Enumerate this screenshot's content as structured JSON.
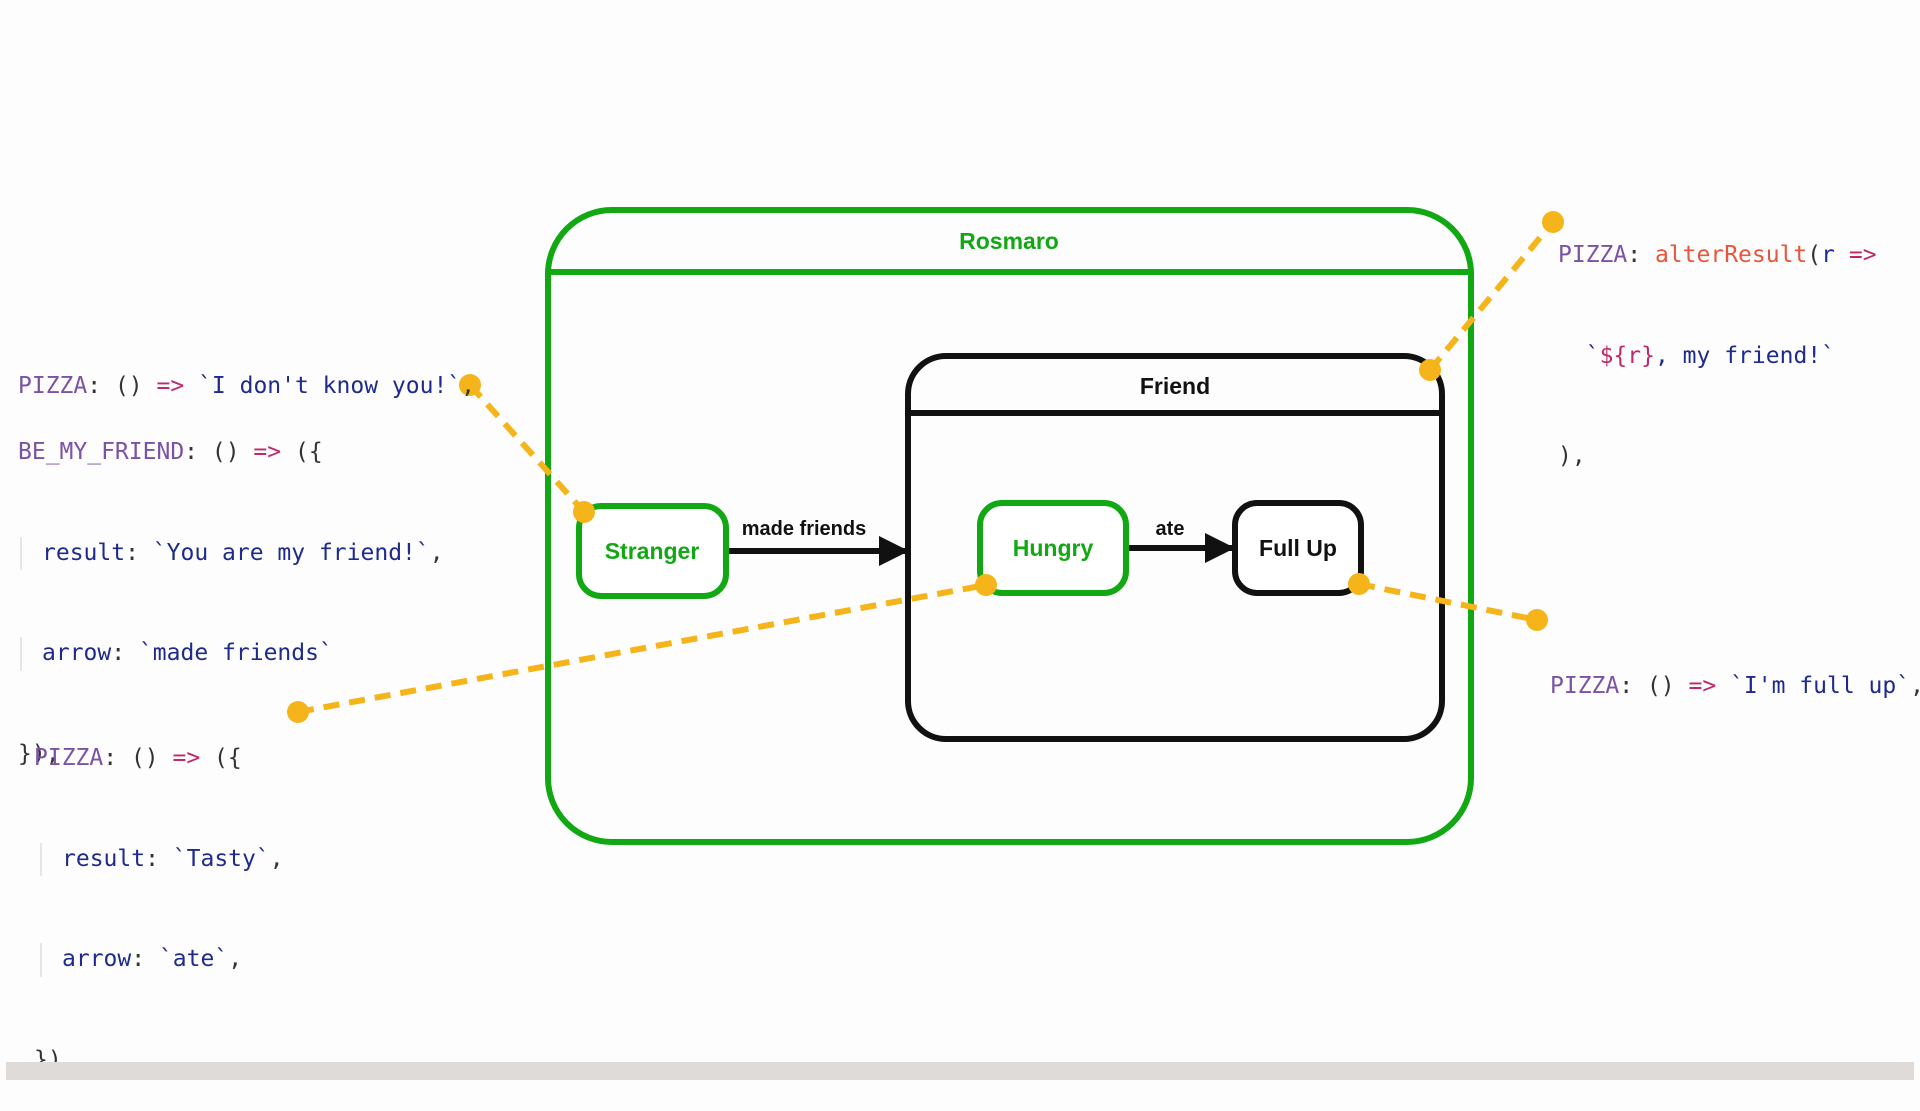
{
  "diagram": {
    "states": {
      "rosmaro": "Rosmaro",
      "friend": "Friend",
      "stranger": "Stranger",
      "hungry": "Hungry",
      "full_up": "Full Up"
    },
    "transitions": {
      "made_friends": "made friends",
      "ate": "ate"
    }
  },
  "code": {
    "block1": {
      "line1": {
        "key": "PIZZA",
        "colon": ": ",
        "paren": "() ",
        "arrow": "=>",
        "sp": " ",
        "str": "`I don't know you!`",
        "end": ","
      }
    },
    "block2": {
      "line1": {
        "key": "BE_MY_FRIEND",
        "colon": ": ",
        "paren": "() ",
        "arrow": "=>",
        "open": " ({"
      },
      "line2": {
        "prop": "result",
        "colon": ": ",
        "str": "`You are my friend!`",
        "end": ","
      },
      "line3": {
        "prop": "arrow",
        "colon": ": ",
        "str": "`made friends`"
      },
      "line4": {
        "close": "}),"
      }
    },
    "block3": {
      "line1": {
        "key": "PIZZA",
        "colon": ": ",
        "paren": "() ",
        "arrow": "=>",
        "open": " ({"
      },
      "line2": {
        "prop": "result",
        "colon": ": ",
        "str": "`Tasty`",
        "end": ","
      },
      "line3": {
        "prop": "arrow",
        "colon": ": ",
        "str": "`ate`",
        "end": ","
      },
      "line4": {
        "close": "}),"
      }
    },
    "block4": {
      "line1": {
        "key": "PIZZA",
        "colon": ": ",
        "fn": "alterResult",
        "open": "(",
        "param": "r",
        "arrow": " =>"
      },
      "line2": {
        "indent": "  ",
        "tick1": "`",
        "tpl_open": "${",
        "var": "r",
        "tpl_close": "}",
        "rest": ", my friend!",
        "tick2": "`"
      },
      "line3": {
        "close": "),"
      }
    },
    "block5": {
      "line1": {
        "key": "PIZZA",
        "colon": ": ",
        "paren": "() ",
        "arrow": "=>",
        "sp": " ",
        "str": "`I'm full up`",
        "end": ","
      }
    }
  },
  "colors": {
    "green": "#11a813",
    "black": "#111111",
    "connector": "#f4b41a",
    "key": "#7a52a6",
    "string": "#1e2a8c",
    "operator": "#c0286b",
    "function": "#e8553a"
  }
}
